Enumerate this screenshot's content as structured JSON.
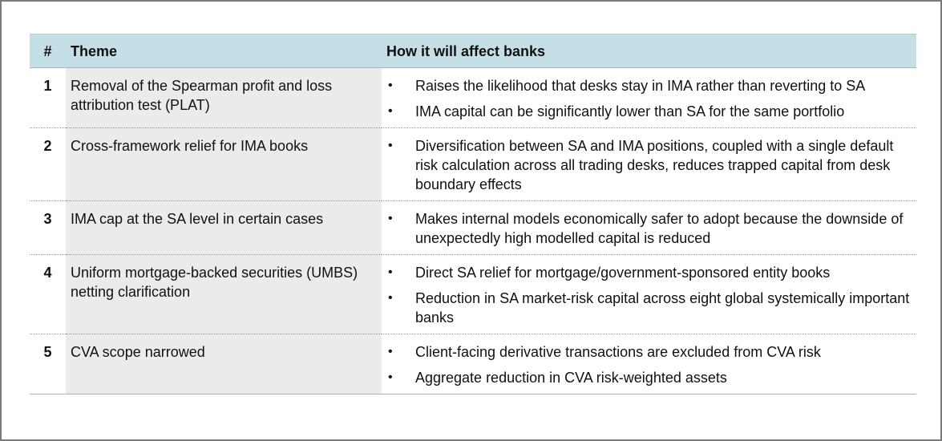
{
  "table": {
    "headers": {
      "num": "#",
      "theme": "Theme",
      "effect": "How it will affect banks"
    },
    "bullet_icon": "•",
    "rows": [
      {
        "num": "1",
        "theme": "Removal of the Spearman profit and loss attribution test (PLAT)",
        "effects": [
          "Raises the likelihood that desks stay in IMA rather than reverting to SA",
          "IMA capital can be significantly lower than SA for the same portfolio"
        ]
      },
      {
        "num": "2",
        "theme": "Cross-framework relief for IMA books",
        "effects": [
          "Diversification between SA and IMA positions, coupled with a single default risk calculation across all trading desks, reduces trapped capital from desk boundary effects"
        ]
      },
      {
        "num": "3",
        "theme": "IMA cap at the SA level in certain cases",
        "effects": [
          "Makes internal models economically safer to adopt because the downside of unexpectedly high modelled capital is reduced"
        ]
      },
      {
        "num": "4",
        "theme": "Uniform mortgage-backed securities (UMBS) netting clarification",
        "effects": [
          "Direct SA relief for mortgage/government-sponsored entity books",
          "Reduction in SA market-risk capital across eight global systemically important banks"
        ]
      },
      {
        "num": "5",
        "theme": "CVA scope narrowed",
        "effects": [
          "Client-facing derivative transactions are excluded from CVA risk",
          "Aggregate reduction in CVA risk-weighted assets"
        ]
      }
    ]
  },
  "colors": {
    "header_bg": "#c5dfe6",
    "theme_bg": "#ebebeb",
    "border": "#7a7a7a"
  }
}
